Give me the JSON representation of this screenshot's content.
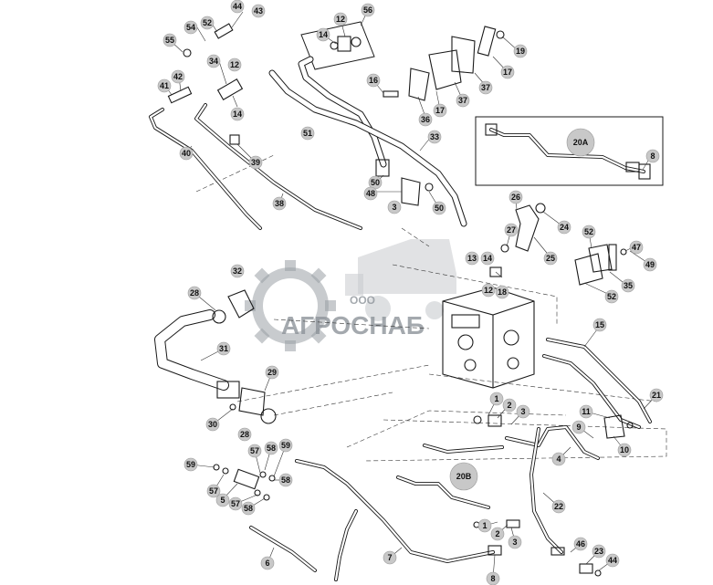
{
  "watermark": {
    "prefix": "ООО",
    "name": "АГРОСНАБ"
  },
  "callouts": [
    {
      "id": "c-54a",
      "text": "54"
    },
    {
      "id": "c-52a",
      "text": "52"
    },
    {
      "id": "c-44a",
      "text": "44"
    },
    {
      "id": "c-43",
      "text": "43"
    },
    {
      "id": "c-55",
      "text": "55"
    },
    {
      "id": "c-34",
      "text": "34"
    },
    {
      "id": "c-12a",
      "text": "12"
    },
    {
      "id": "c-42",
      "text": "42"
    },
    {
      "id": "c-41",
      "text": "41"
    },
    {
      "id": "c-14a",
      "text": "14"
    },
    {
      "id": "c-40",
      "text": "40"
    },
    {
      "id": "c-39",
      "text": "39"
    },
    {
      "id": "c-38",
      "text": "38"
    },
    {
      "id": "c-56",
      "text": "56"
    },
    {
      "id": "c-12b",
      "text": "12"
    },
    {
      "id": "c-14b",
      "text": "14"
    },
    {
      "id": "c-51",
      "text": "51"
    },
    {
      "id": "c-16",
      "text": "16"
    },
    {
      "id": "c-36",
      "text": "36"
    },
    {
      "id": "c-17a",
      "text": "17"
    },
    {
      "id": "c-37a",
      "text": "37"
    },
    {
      "id": "c-37b",
      "text": "37"
    },
    {
      "id": "c-17b",
      "text": "17"
    },
    {
      "id": "c-19",
      "text": "19"
    },
    {
      "id": "c-33",
      "text": "33"
    },
    {
      "id": "c-50a",
      "text": "50"
    },
    {
      "id": "c-48",
      "text": "48"
    },
    {
      "id": "c-3a",
      "text": "3"
    },
    {
      "id": "c-50b",
      "text": "50"
    },
    {
      "id": "c-20a",
      "text": "20A"
    },
    {
      "id": "c-8a",
      "text": "8"
    },
    {
      "id": "c-26",
      "text": "26"
    },
    {
      "id": "c-24",
      "text": "24"
    },
    {
      "id": "c-27",
      "text": "27"
    },
    {
      "id": "c-25",
      "text": "25"
    },
    {
      "id": "c-13",
      "text": "13"
    },
    {
      "id": "c-14c",
      "text": "14"
    },
    {
      "id": "c-18",
      "text": "18"
    },
    {
      "id": "c-12c",
      "text": "12"
    },
    {
      "id": "c-52b",
      "text": "52"
    },
    {
      "id": "c-47",
      "text": "47"
    },
    {
      "id": "c-49",
      "text": "49"
    },
    {
      "id": "c-35",
      "text": "35"
    },
    {
      "id": "c-52c",
      "text": "52"
    },
    {
      "id": "c-32",
      "text": "32"
    },
    {
      "id": "c-28a",
      "text": "28"
    },
    {
      "id": "c-31",
      "text": "31"
    },
    {
      "id": "c-29",
      "text": "29"
    },
    {
      "id": "c-30",
      "text": "30"
    },
    {
      "id": "c-15",
      "text": "15"
    },
    {
      "id": "c-21",
      "text": "21"
    },
    {
      "id": "c-1a",
      "text": "1"
    },
    {
      "id": "c-2a",
      "text": "2"
    },
    {
      "id": "c-3b",
      "text": "3"
    },
    {
      "id": "c-11",
      "text": "11"
    },
    {
      "id": "c-9",
      "text": "9"
    },
    {
      "id": "c-10",
      "text": "10"
    },
    {
      "id": "c-4",
      "text": "4"
    },
    {
      "id": "c-28b",
      "text": "28"
    },
    {
      "id": "c-59a",
      "text": "59"
    },
    {
      "id": "c-57a",
      "text": "57"
    },
    {
      "id": "c-58a",
      "text": "58"
    },
    {
      "id": "c-59b",
      "text": "59"
    },
    {
      "id": "c-58b",
      "text": "58"
    },
    {
      "id": "c-57b",
      "text": "57"
    },
    {
      "id": "c-5",
      "text": "5"
    },
    {
      "id": "c-57c",
      "text": "57"
    },
    {
      "id": "c-58c",
      "text": "58"
    },
    {
      "id": "c-20b",
      "text": "20B"
    },
    {
      "id": "c-22",
      "text": "22"
    },
    {
      "id": "c-1b",
      "text": "1"
    },
    {
      "id": "c-2b",
      "text": "2"
    },
    {
      "id": "c-3c",
      "text": "3"
    },
    {
      "id": "c-6",
      "text": "6"
    },
    {
      "id": "c-7",
      "text": "7"
    },
    {
      "id": "c-8b",
      "text": "8"
    },
    {
      "id": "c-46",
      "text": "46"
    },
    {
      "id": "c-23",
      "text": "23"
    },
    {
      "id": "c-44b",
      "text": "44"
    }
  ]
}
